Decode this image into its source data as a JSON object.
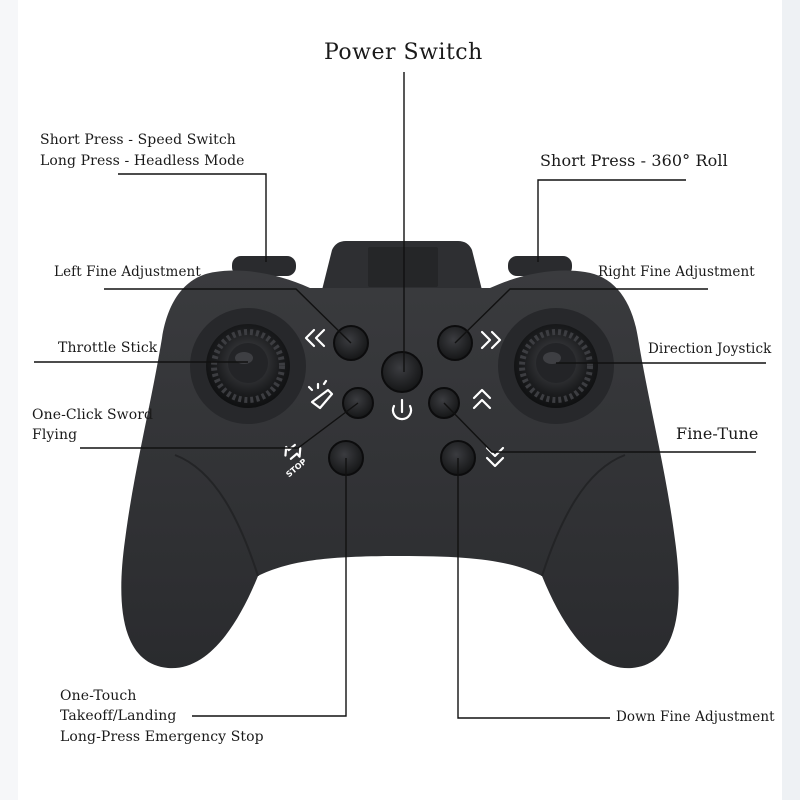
{
  "labels": {
    "power_switch": "Power Switch",
    "speed_switch_line1": "Short Press - Speed Switch",
    "speed_switch_line2": "Long Press - Headless Mode",
    "roll": "Short Press - 360° Roll",
    "left_fine": "Left Fine Adjustment",
    "right_fine": "Right Fine Adjustment",
    "throttle": "Throttle Stick",
    "direction": "Direction Joystick",
    "sword_line1": "One-Click Sword",
    "sword_line2": "Flying",
    "fine_tune": "Fine-Tune",
    "takeoff_line1": "One-Touch",
    "takeoff_line2": "Takeoff/Landing",
    "takeoff_line3": "Long-Press Emergency Stop",
    "down_fine": "Down Fine Adjustment"
  },
  "icons": {
    "left_arrows": "double-chevron-left-icon",
    "right_arrows": "double-chevron-right-icon",
    "up_arrows": "double-chevron-up-icon",
    "down_arrows": "double-chevron-down-icon",
    "sword": "sword-flying-icon",
    "power": "power-icon",
    "stop": "stop-icon"
  },
  "icon_text": {
    "stop": "STOP"
  },
  "colors": {
    "controller_body": "#2f3033",
    "button": "#1e1f21",
    "leader_line": "#111111",
    "icon_white": "#ffffff"
  }
}
